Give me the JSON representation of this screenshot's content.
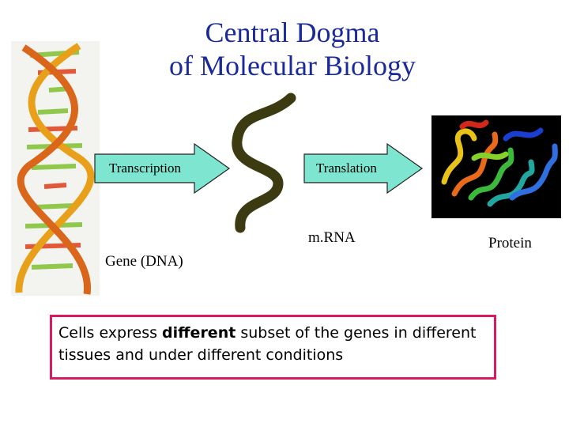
{
  "title": {
    "line1": "Central Dogma",
    "line2": "of Molecular Biology"
  },
  "arrows": {
    "transcription": "Transcription",
    "translation": "Translation"
  },
  "labels": {
    "gene": "Gene (DNA)",
    "mrna": "m.RNA",
    "protein": "Protein"
  },
  "note": {
    "before": "Cells express ",
    "emphasis": "different",
    "after": " subset of the genes in different tissues and under different conditions"
  },
  "colors": {
    "title": "#1a2a9a",
    "arrow_fill": "#7ee6d0",
    "mrna": "#3b3a10",
    "note_border": "#d81b60"
  },
  "icons": {
    "dna": "dna-double-helix-icon",
    "protein": "protein-ribbon-structure-icon"
  }
}
